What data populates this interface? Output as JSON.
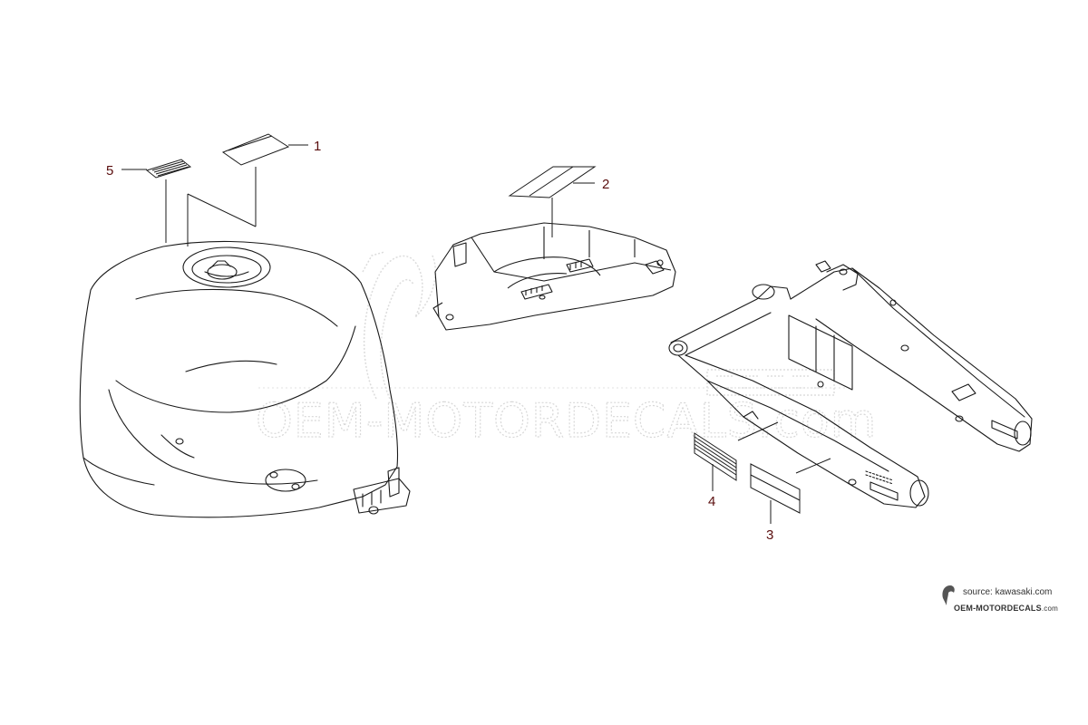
{
  "watermark": {
    "text": "OEM-MOTORDECALS.com"
  },
  "callouts": [
    {
      "id": "1",
      "label": "1"
    },
    {
      "id": "2",
      "label": "2"
    },
    {
      "id": "3",
      "label": "3"
    },
    {
      "id": "4",
      "label": "4"
    },
    {
      "id": "5",
      "label": "5"
    }
  ],
  "footer": {
    "source": "source: kawasaki.com",
    "credit_main": "OEM-MOTORDECALS",
    "credit_suffix": ".com"
  },
  "colors": {
    "line": "#1a1a1a",
    "label": "#5a0e0e",
    "watermark": "#d8d8d8"
  }
}
